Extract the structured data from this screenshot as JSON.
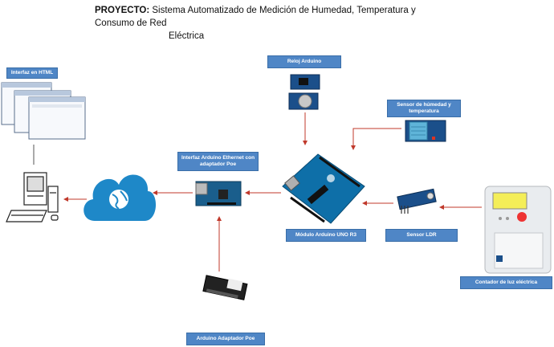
{
  "title": {
    "prefix": "PROYECTO:",
    "line1": "Sistema Automatizado de Medición de Humedad, Temperatura y Consumo de Red",
    "line2": "Eléctrica"
  },
  "labels": {
    "html_interface": "Interfaz en HTML",
    "clock": "Reloj Arduino",
    "humidity_sensor": "Sensor de húmedad y temperatura",
    "ethernet_interface": "Interfaz Arduino Ethernet con adaptador Poe",
    "arduino_uno": "Módulo Arduino UNO R3",
    "ldr_sensor": "Sensor LDR",
    "power_meter": "Contador de luz eléctrica",
    "poe_adapter": "Arduino Adaptador Poe"
  },
  "colors": {
    "label_bg": "#4f86c6",
    "arrow": "#c0392b",
    "cloud": "#1e88c8",
    "arduino": "#0e6fa8"
  },
  "icons": {
    "browser_windows": "browser-windows-icon",
    "computer": "computer-icon",
    "cloud": "cloud-globe-icon",
    "ethernet_board": "ethernet-board-icon",
    "arduino_board": "arduino-board-icon",
    "rtc_module": "rtc-module-icon",
    "dht_sensor": "dht-sensor-icon",
    "ldr_module": "ldr-module-icon",
    "power_meter": "power-meter-icon",
    "poe_module": "poe-module-icon"
  }
}
